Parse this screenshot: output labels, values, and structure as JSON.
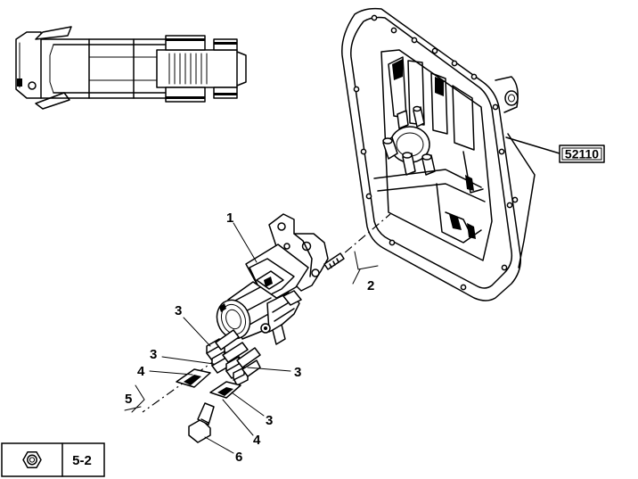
{
  "diagram": {
    "reference_code": "52110",
    "callouts": [
      {
        "id": "c1",
        "text": "1"
      },
      {
        "id": "c2",
        "text": "2"
      },
      {
        "id": "c3a",
        "text": "3"
      },
      {
        "id": "c3b",
        "text": "3"
      },
      {
        "id": "c3c",
        "text": "3"
      },
      {
        "id": "c3d",
        "text": "3"
      },
      {
        "id": "c4a",
        "text": "4"
      },
      {
        "id": "c4b",
        "text": "4"
      },
      {
        "id": "c5",
        "text": "5"
      },
      {
        "id": "c6",
        "text": "6"
      }
    ],
    "torque_table": {
      "icon": "hex-nut-icon",
      "value": "5-2"
    }
  }
}
